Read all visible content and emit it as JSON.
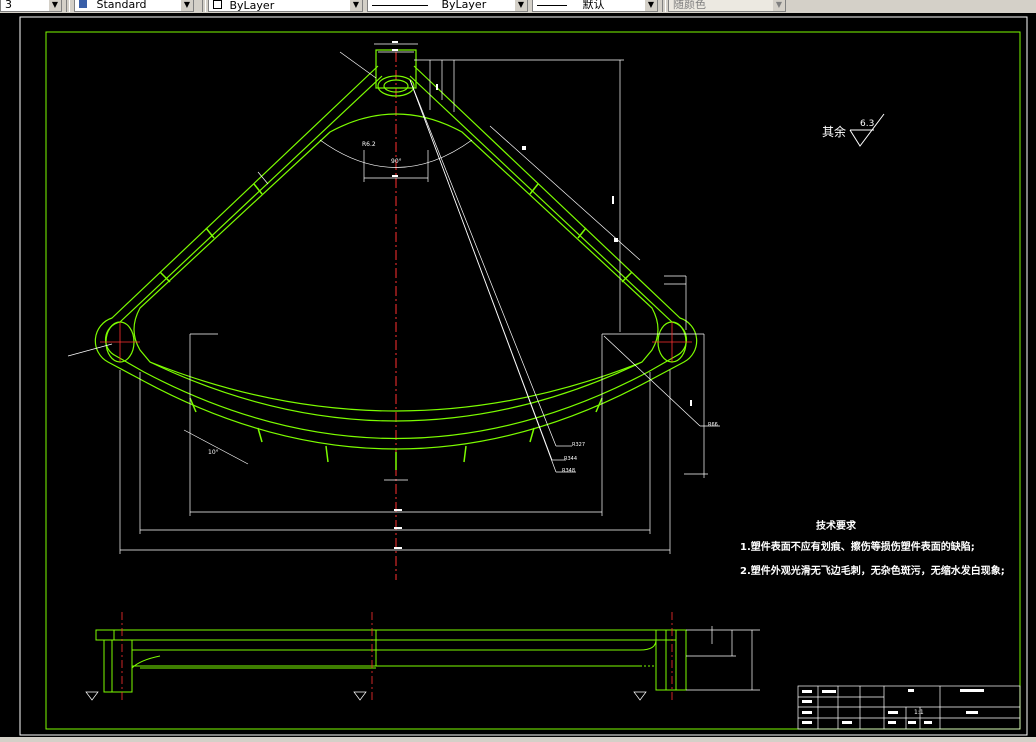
{
  "toolbar": {
    "layer_value": "3",
    "text_style": "Standard",
    "color_control": "ByLayer",
    "linetype_control": "ByLayer",
    "lineweight_control": "默认",
    "plot_style": "随颜色"
  },
  "drawing": {
    "roughness_label": "其余",
    "roughness_value": "6.3",
    "tech_title": "技术要求",
    "tech_line1": "1.塑件表面不应有划痕、擦伤等损伤塑件表面的缺陷;",
    "tech_line2": "2.塑件外观光滑无飞边毛刺，无杂色斑污，无缩水发白现象;",
    "angle_top": "90°",
    "angle_bottom": "10°",
    "dim_r327": "R327",
    "dim_r344": "R344",
    "dim_r348": "R348",
    "dim_r66": "R66",
    "dim_r62": "R6.2",
    "title_scale": "1:1"
  }
}
